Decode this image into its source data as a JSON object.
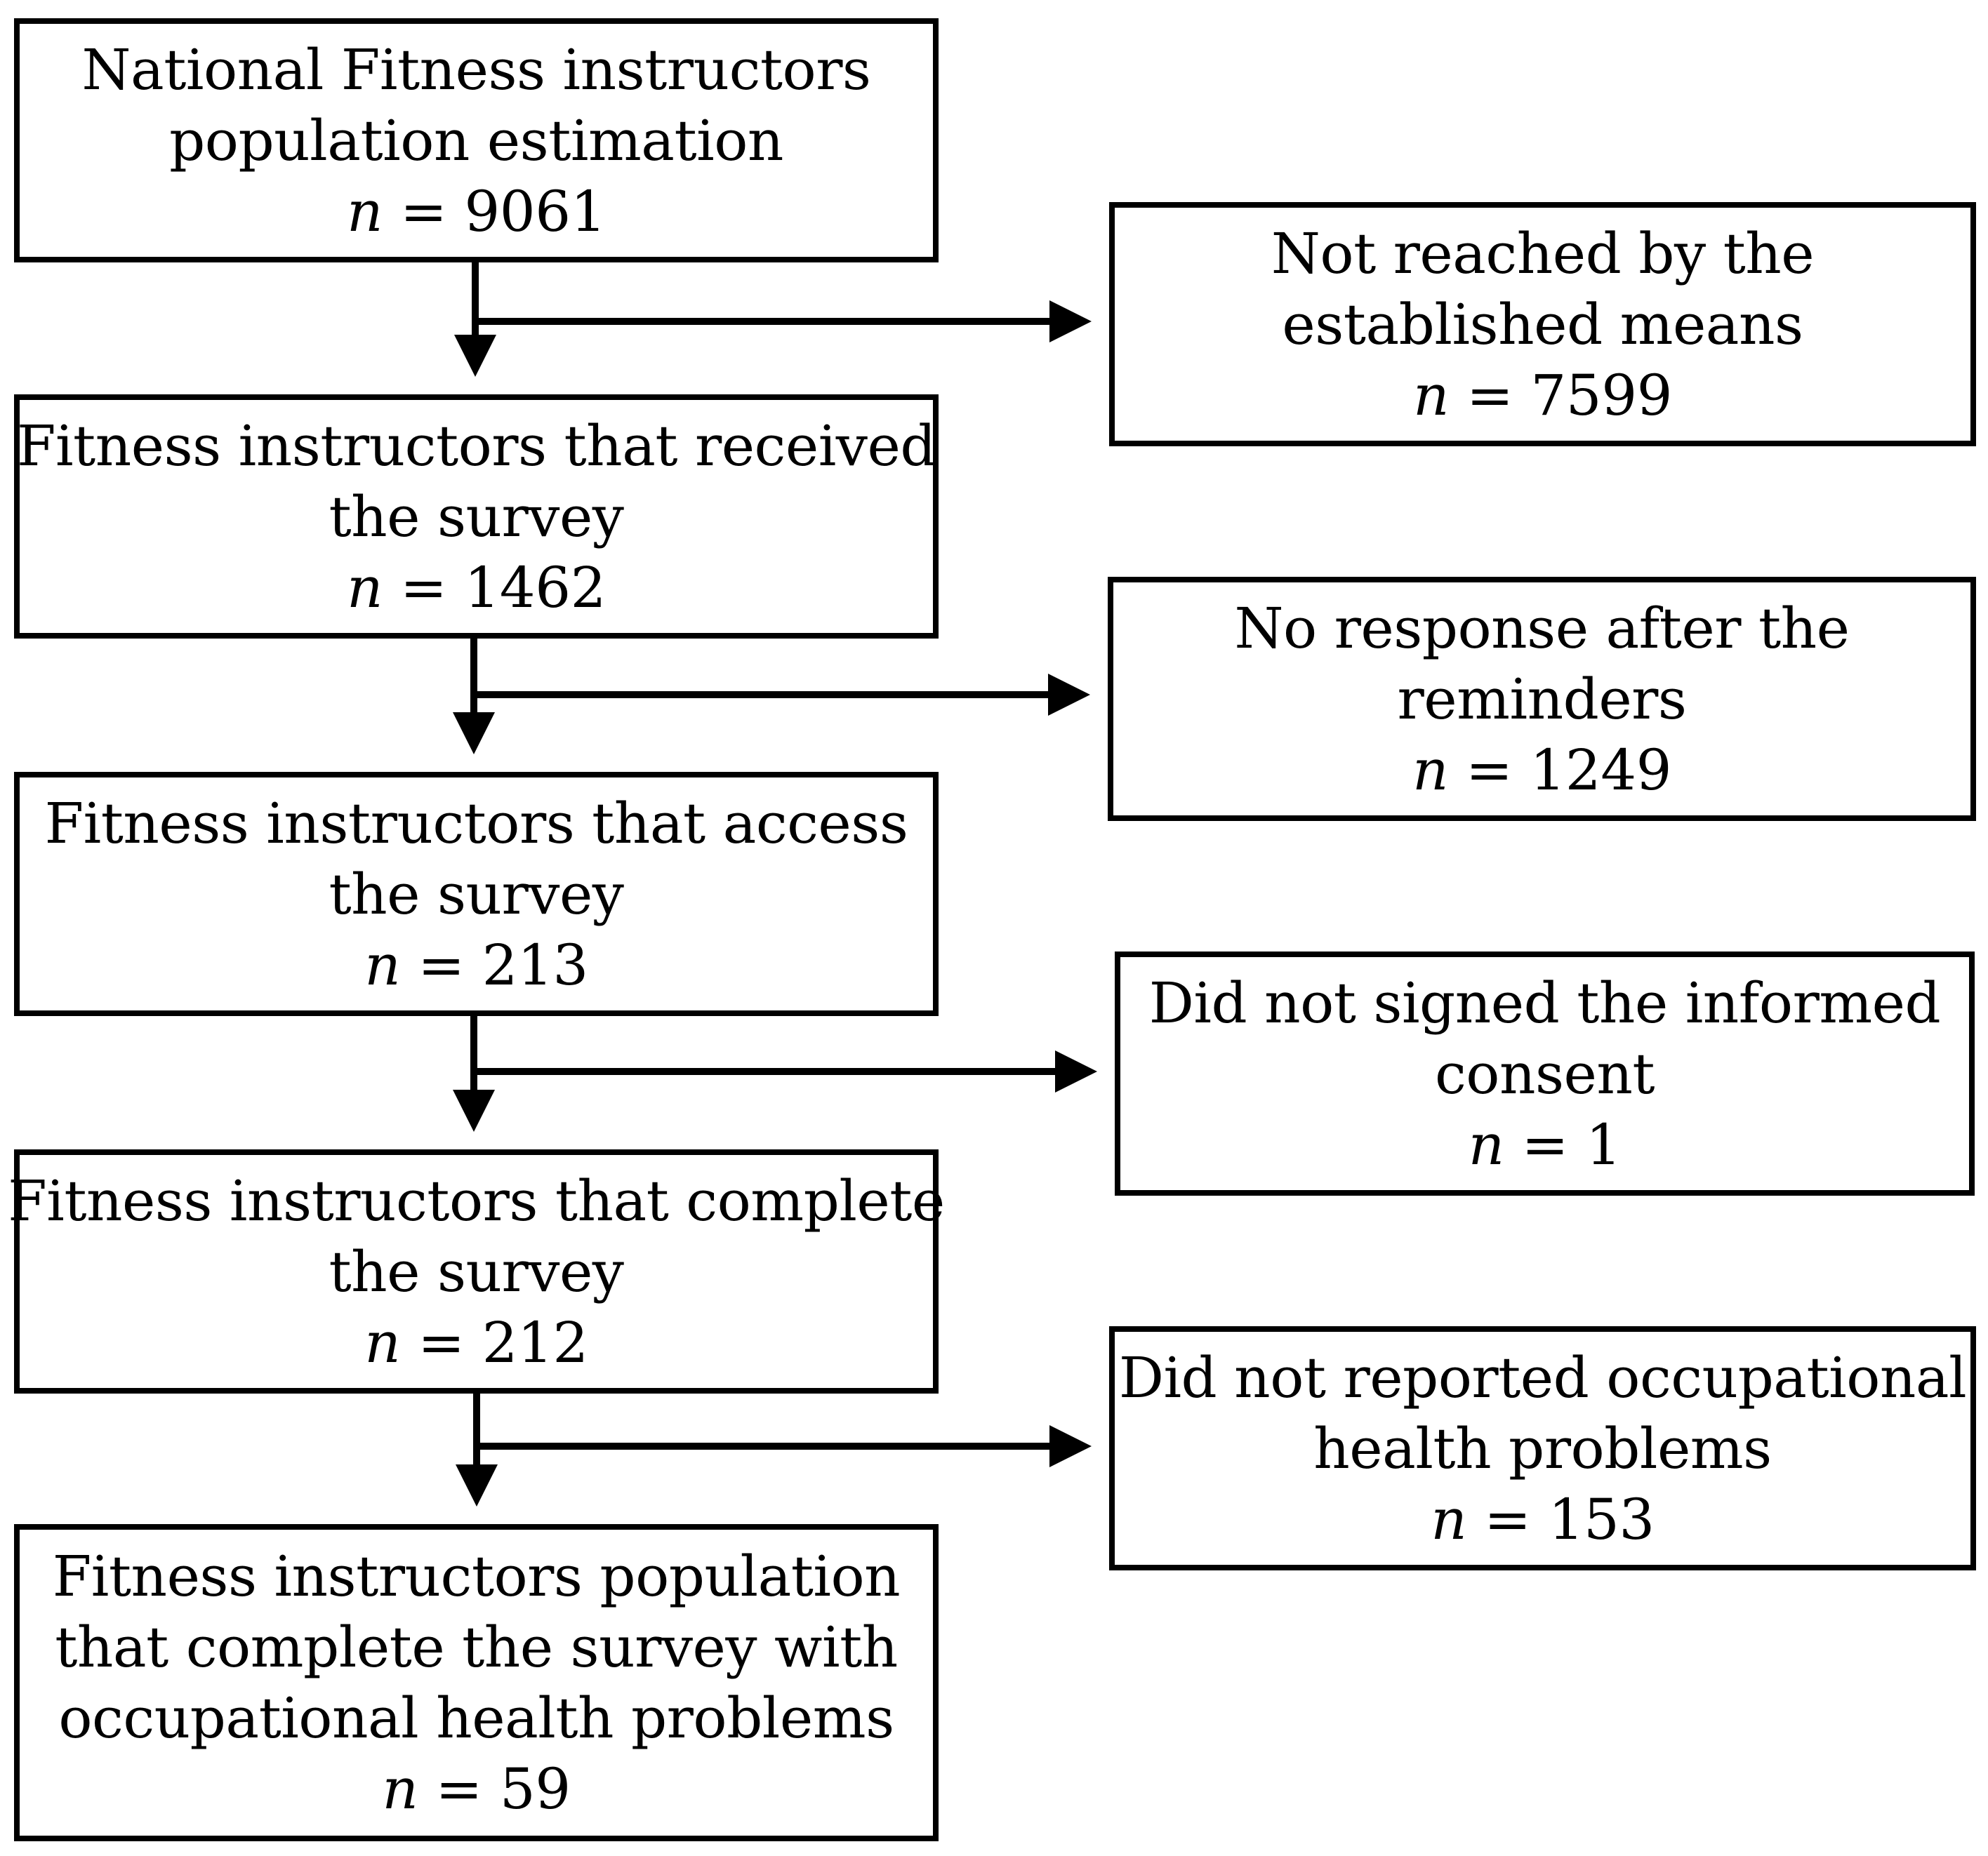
{
  "flow": {
    "main_boxes": [
      {
        "lines": [
          "National Fitness instructors",
          "population estimation"
        ],
        "n_label": "n",
        "n_eq": " = 9061"
      },
      {
        "lines": [
          "Fitness instructors that received",
          "the survey"
        ],
        "n_label": "n",
        "n_eq": " = 1462"
      },
      {
        "lines": [
          "Fitness instructors that access",
          "the survey"
        ],
        "n_label": "n",
        "n_eq": " = 213"
      },
      {
        "lines": [
          "Fitness instructors that complete",
          "the survey"
        ],
        "n_label": "n",
        "n_eq": " = 212"
      },
      {
        "lines": [
          "Fitness instructors population",
          "that complete the survey with",
          "occupational health problems"
        ],
        "n_label": "n",
        "n_eq": " = 59"
      }
    ],
    "side_boxes": [
      {
        "lines": [
          "Not reached by the",
          "established means"
        ],
        "n_label": "n",
        "n_eq": " = 7599"
      },
      {
        "lines": [
          "No response after the",
          "reminders"
        ],
        "n_label": "n",
        "n_eq": " = 1249"
      },
      {
        "lines": [
          "Did not signed the informed",
          "consent"
        ],
        "n_label": "n",
        "n_eq": " = 1"
      },
      {
        "lines": [
          "Did not reported occupational",
          "health problems"
        ],
        "n_label": "n",
        "n_eq": " = 153"
      }
    ]
  },
  "colors": {
    "stroke": "#000000",
    "background": "#ffffff"
  }
}
